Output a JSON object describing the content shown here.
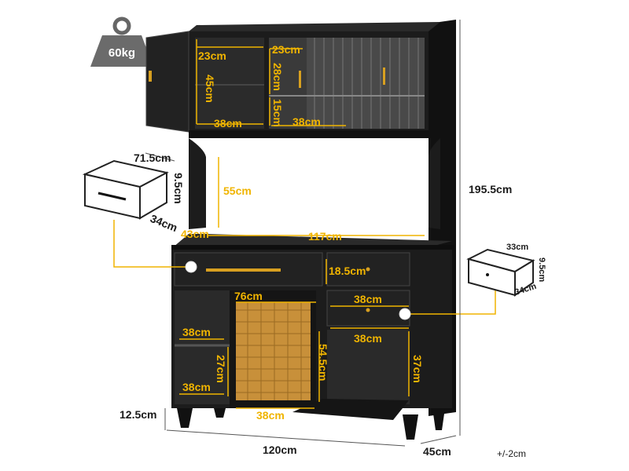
{
  "weight_badge": {
    "label": "60kg"
  },
  "dimensions": {
    "left_door_width": "23cm",
    "left_door_height": "45cm",
    "left_shelf_width": "38cm",
    "glass_width_top": "23cm",
    "glass_height": "28cm",
    "glass_lower": "15cm",
    "glass_shelf_width": "38cm",
    "open_height": "55cm",
    "cabinet_depth": "43cm",
    "counter_width": "117cm",
    "right_drawer_height": "18.5cm",
    "right_drawer_width": "38cm",
    "bottom_door_width": "76cm",
    "inner_shelf_upper": "38cm",
    "inner_height": "27cm",
    "inner_shelf_lower": "38cm",
    "door_height": "54.5cm",
    "bottom_right_width": "38cm",
    "bottom_right_height": "37cm",
    "leg_height": "12.5cm",
    "bottom_center_width": "38cm",
    "total_width": "120cm",
    "total_depth": "45cm",
    "total_height": "195.5cm",
    "tolerance": "+/-2cm"
  },
  "large_drawer": {
    "width": "71.5cm",
    "height": "9.5cm",
    "depth": "34cm"
  },
  "small_drawer": {
    "width": "33cm",
    "height": "9.5cm",
    "depth": "34cm"
  },
  "colors": {
    "accent": "#f0b400",
    "body": "#1c1c1c",
    "rattan": "#c8903a",
    "line": "#333333"
  }
}
